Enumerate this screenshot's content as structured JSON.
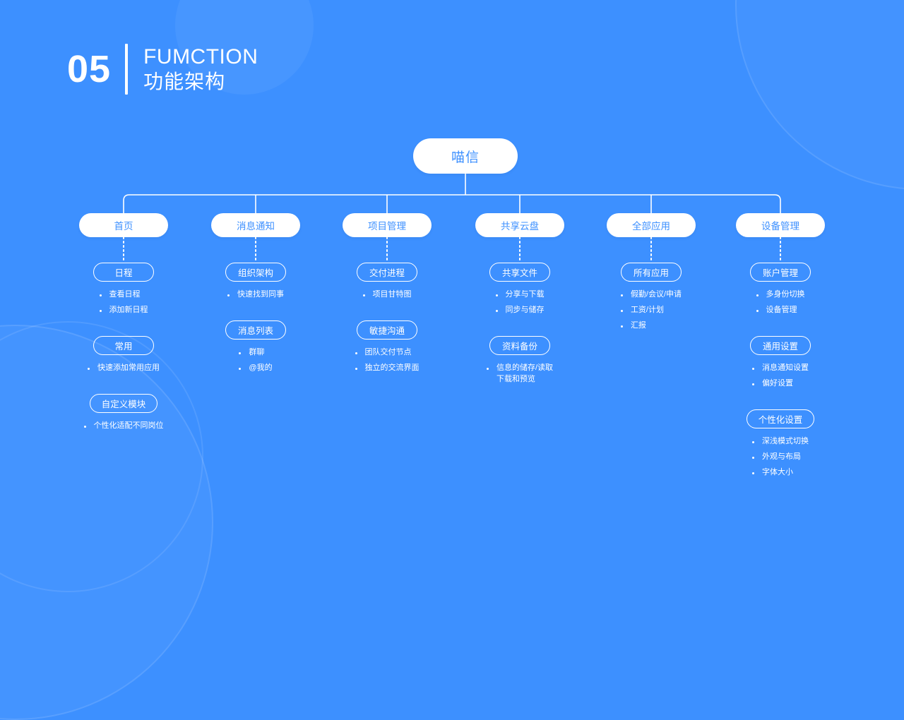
{
  "theme": {
    "background": "#3d90ff",
    "node_fill": "#ffffff",
    "node_text": "#3d90ff",
    "line": "#ffffff"
  },
  "header": {
    "number": "05",
    "title_en": "FUMCTION",
    "title_cn": "功能架构"
  },
  "diagram": {
    "root": {
      "label": "喵信"
    },
    "columns": [
      {
        "label": "首页",
        "groups": [
          {
            "label": "日程",
            "items": [
              "查看日程",
              "添加新日程"
            ]
          },
          {
            "label": "常用",
            "items": [
              "快速添加常用应用"
            ]
          },
          {
            "label": "自定义模块",
            "items": [
              "个性化适配不同岗位"
            ]
          }
        ]
      },
      {
        "label": "消息通知",
        "groups": [
          {
            "label": "组织架构",
            "items": [
              "快速找到同事"
            ]
          },
          {
            "label": "消息列表",
            "items": [
              "群聊",
              "@我的"
            ]
          }
        ]
      },
      {
        "label": "项目管理",
        "groups": [
          {
            "label": "交付进程",
            "items": [
              "项目甘特图"
            ]
          },
          {
            "label": "敏捷沟通",
            "items": [
              "团队交付节点",
              "独立的交流界面"
            ]
          }
        ]
      },
      {
        "label": "共享云盘",
        "groups": [
          {
            "label": "共享文件",
            "items": [
              "分享与下载",
              "同步与储存"
            ]
          },
          {
            "label": "资料备份",
            "items": [
              "信息的储存/读取\n下载和预览"
            ]
          }
        ]
      },
      {
        "label": "全部应用",
        "groups": [
          {
            "label": "所有应用",
            "items": [
              "假勤/会议/申请",
              "工资/计划",
              "汇报"
            ]
          }
        ]
      },
      {
        "label": "设备管理",
        "groups": [
          {
            "label": "账户管理",
            "items": [
              "多身份切换",
              "设备管理"
            ]
          },
          {
            "label": "通用设置",
            "items": [
              "消息通知设置",
              "偏好设置"
            ]
          },
          {
            "label": "个性化设置",
            "items": [
              "深浅模式切换",
              "外观与布局",
              "字体大小"
            ]
          }
        ]
      }
    ]
  }
}
